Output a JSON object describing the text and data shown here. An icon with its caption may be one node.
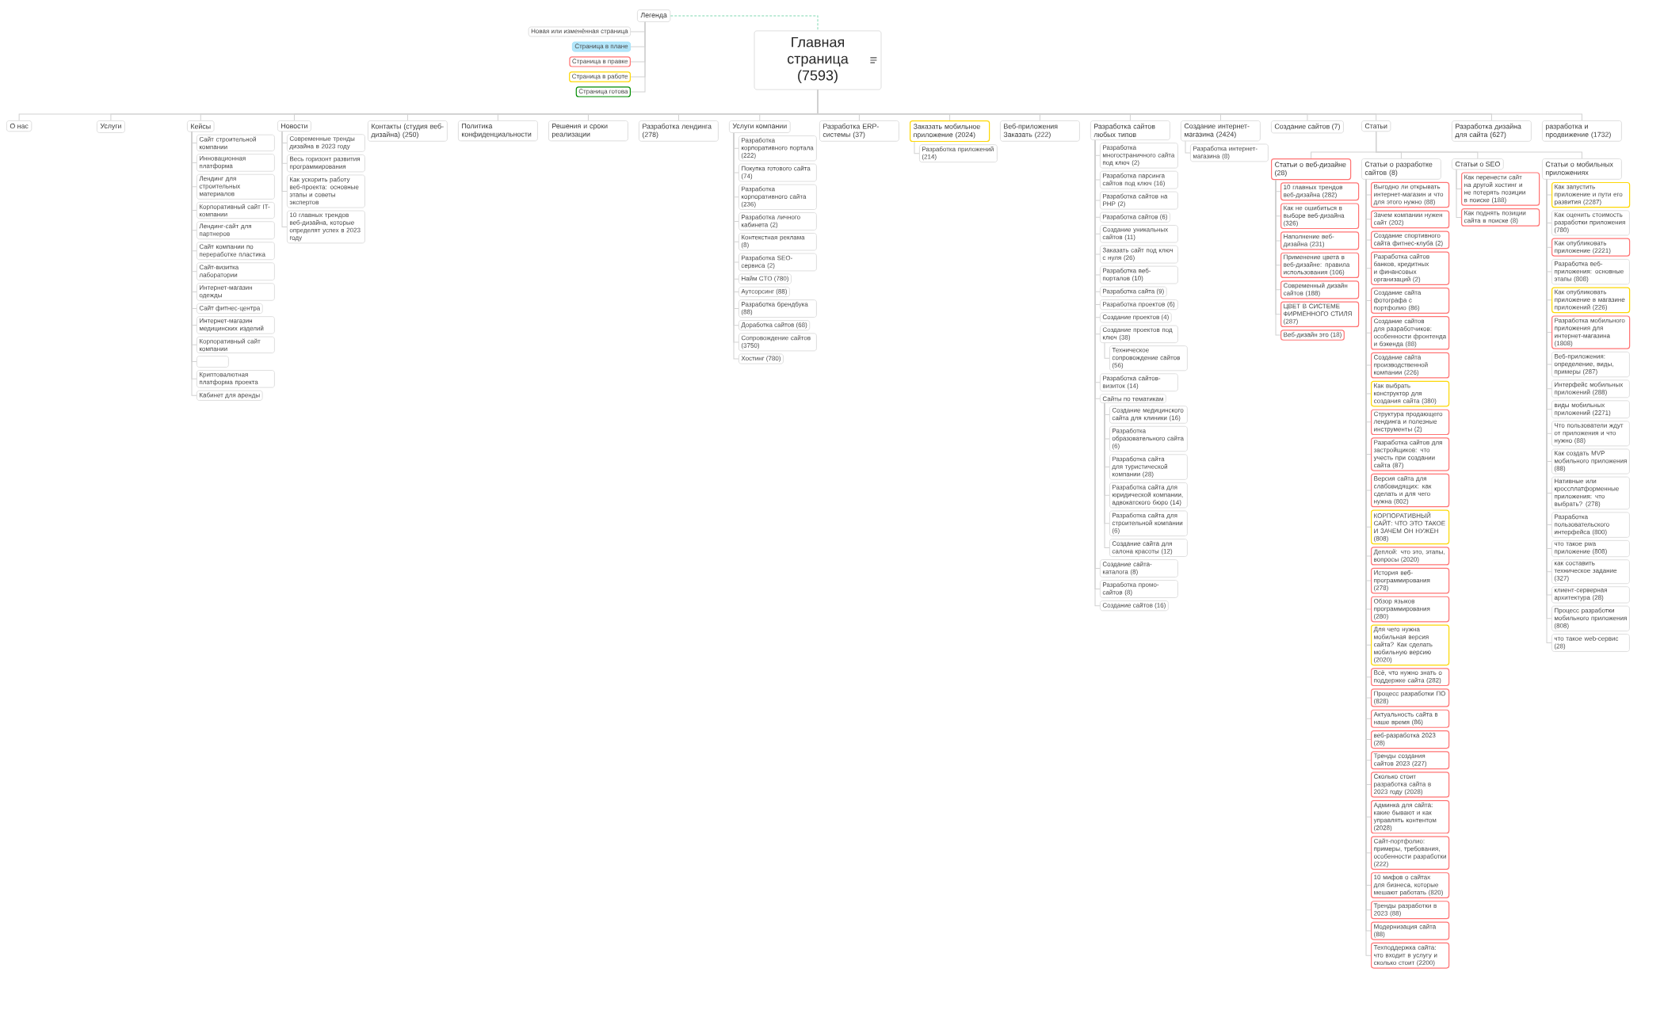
{
  "diagram": {
    "nodes": [
      {
        "text": [
          "Главная страница (7593)"
        ]
      },
      {
        "text": [
          "Легенда"
        ]
      },
      {
        "text": [
          "Новая или изменённая страница"
        ]
      },
      {
        "text": [
          "Страница в плане"
        ]
      },
      {
        "text": [
          "Страница в правке"
        ]
      },
      {
        "text": [
          "Страница в работе"
        ]
      },
      {
        "text": [
          "Страница готова"
        ]
      },
      {
        "text": [
          "О нас"
        ]
      },
      {
        "text": [
          "Услуги"
        ]
      },
      {
        "text": [
          "Кейсы"
        ]
      },
      {
        "text": [
          "Новости"
        ]
      },
      {
        "text": [
          "Контакты (студия веб-дизайна) (250)"
        ]
      },
      {
        "text": [
          "Политика конфиденциальности"
        ]
      },
      {
        "text": [
          "Решения и сроки реализации"
        ]
      },
      {
        "text": [
          "Разработка лендинга (278)"
        ]
      },
      {
        "text": [
          "Услуги компании"
        ]
      },
      {
        "text": [
          "Разработка ERP-системы (37)"
        ]
      },
      {
        "text": [
          "Заказать мобильное приложение (2024)"
        ]
      },
      {
        "text": [
          "Веб-приложения Заказать (222)"
        ]
      },
      {
        "text": [
          "Разработка сайтов любых типов"
        ]
      },
      {
        "text": [
          "Создание интернет-магазина (2424)"
        ]
      },
      {
        "text": [
          "Создание сайтов (7)"
        ]
      },
      {
        "text": [
          "Статьи"
        ]
      },
      {
        "text": [
          "Разработка дизайна для сайта (627)"
        ]
      },
      {
        "text": [
          "разработка и продвижение (1732)"
        ]
      },
      {
        "text": [
          "Сайт строительной компании"
        ]
      },
      {
        "text": [
          "Инновационная платформа"
        ]
      },
      {
        "text": [
          "Лендинг для строительных материалов"
        ]
      },
      {
        "text": [
          "Корпоративный сайт IT-компании"
        ]
      },
      {
        "text": [
          "Лендинг-сайт для партнеров"
        ]
      },
      {
        "text": [
          "Сайт компании по переработке пластика"
        ]
      },
      {
        "text": [
          "Сайт-визитка лаборатории"
        ]
      },
      {
        "text": [
          "Интернет-магазин одежды"
        ]
      },
      {
        "text": [
          "Сайт фитнес-центра"
        ]
      },
      {
        "text": [
          "Интернет-магазин медицинских изделий"
        ]
      },
      {
        "text": [
          "Корпоративный сайт компании"
        ]
      },
      {
        "text": [],
        "shape": "box"
      },
      {
        "text": [
          "Криптовалютная платформа проекта"
        ]
      },
      {
        "text": [
          "Кабинет для аренды"
        ]
      },
      {
        "text": [
          "Современные тренды дизайна в 2023 году"
        ]
      },
      {
        "text": [
          "Весь горизонт развития программирования"
        ]
      },
      {
        "text": [
          "Как ускорить работу веб-проекта: основные этапы и советы экспертов"
        ]
      },
      {
        "text": [
          "10 главных трендов веб-дизайна, которые определят успех в 2023 году"
        ]
      },
      {
        "text": [
          "Разработка корпоративного портала (222)"
        ]
      },
      {
        "text": [
          "Покупка готового сайта (74)"
        ]
      },
      {
        "text": [
          "Разработка корпоративного сайта (236)"
        ]
      },
      {
        "text": [
          "Разработка личного кабинета (2)"
        ]
      },
      {
        "text": [
          "Контекстная реклама (8)"
        ]
      },
      {
        "text": [
          "Разработка SEO-сервиса (2)"
        ]
      },
      {
        "text": [
          "Найм CTO (780)"
        ]
      },
      {
        "text": [
          "Аутсорсинг (88)"
        ]
      },
      {
        "text": [
          "Разработка брендбука (88)"
        ]
      },
      {
        "text": [
          "Доработка сайтов (68)"
        ]
      },
      {
        "text": [
          "Сопровождение сайтов (3750)"
        ]
      },
      {
        "text": [
          "Хостинг (780)"
        ]
      },
      {
        "text": [
          "Разработка приложений (214)"
        ]
      },
      {
        "text": [
          "Разработка многостраничного сайта под ключ (2)"
        ]
      },
      {
        "text": [
          "Разработка парсинга сайтов под ключ (16)"
        ]
      },
      {
        "text": [
          "Разработка сайтов на PHP (2)"
        ]
      },
      {
        "text": [
          "Разработка сайтов (6)"
        ]
      },
      {
        "text": [
          "Создание уникальных сайтов (11)"
        ]
      },
      {
        "text": [
          "Заказать сайт под ключ с нуля (26)"
        ]
      },
      {
        "text": [
          "Разработка веб-порталов (10)"
        ]
      },
      {
        "text": [
          "Разработка сайта (9)"
        ]
      },
      {
        "text": [
          "Разработка проектов (6)"
        ]
      },
      {
        "text": [
          "Создание проектов (4)"
        ]
      },
      {
        "text": [
          "Создание проектов под ключ (38)"
        ]
      },
      {
        "text": [
          "Техническое сопровождение сайтов (56)"
        ]
      },
      {
        "text": [
          "Разработка сайтов-визиток (14)"
        ]
      },
      {
        "text": [
          "Сайты по тематикам"
        ]
      },
      {
        "text": [
          "Создание медицинского сайта для клиники (16)"
        ]
      },
      {
        "text": [
          "Разработка образовательного сайта (6)"
        ]
      },
      {
        "text": [
          "Разработка сайта для туристической компании (28)"
        ]
      },
      {
        "text": [
          "Разработка сайта для юридической компании, адвокатского бюро (14)"
        ]
      },
      {
        "text": [
          "Разработка сайта для строительной компании (6)"
        ]
      },
      {
        "text": [
          "Создание сайта для салона красоты (12)"
        ]
      },
      {
        "text": [
          "Создание сайта-каталога (8)"
        ]
      },
      {
        "text": [
          "Разработка промо-сайтов (8)"
        ]
      },
      {
        "text": [
          "Создание сайтов (16)"
        ]
      },
      {
        "text": [
          "Разработка интернет-магазина (8)"
        ]
      },
      {
        "text": [
          "Статьи о веб-дизайне (28)"
        ]
      },
      {
        "text": [
          "Статьи о разработке сайтов (8)"
        ]
      },
      {
        "text": [
          "Статьи о SEO"
        ]
      },
      {
        "text": [
          "Статьи о мобильных приложениях"
        ]
      },
      {
        "text": [
          "10 главных трендов веб-дизайна (282)"
        ]
      },
      {
        "text": [
          "Как не ошибиться в выборе веб-дизайна (326)"
        ]
      },
      {
        "text": [
          "Наполнение веб-дизайна (231)"
        ]
      },
      {
        "text": [
          "Применение цвета в веб-дизайне: правила использования (106)"
        ]
      },
      {
        "text": [
          "Современный дизайн сайтов (188)"
        ]
      },
      {
        "text": [
          "ЦВЕТ В СИСТЕМЕ ФИРМЕННОГО СТИЛЯ (287)"
        ]
      },
      {
        "text": [
          "Веб-дизайн это (18)"
        ]
      },
      {
        "text": [
          "Выгодно ли открывать интернет-магазин и что для этого нужно (88)"
        ]
      },
      {
        "text": [
          "Зачем компании нужен сайт (202)"
        ]
      },
      {
        "text": [
          "Создание спортивного сайта фитнес-клуба (2)"
        ]
      },
      {
        "text": [
          "Разработка сайтов банков, кредитных и финансовых организаций (2)"
        ]
      },
      {
        "text": [
          "Создание сайта фотографа с портфолио (86)"
        ]
      },
      {
        "text": [
          "Создание сайтов для разработчиков: особенности фронтенда и бэкенда (88)"
        ]
      },
      {
        "text": [
          "Создание сайта производственной компании (226)"
        ]
      },
      {
        "text": [
          "Как выбрать конструктор для создания сайта (380)"
        ]
      },
      {
        "text": [
          "Структура продающего лендинга и полезные инструменты (2)"
        ]
      },
      {
        "text": [
          "Разработка сайтов для застройщиков: что учесть при создании сайта (87)"
        ]
      },
      {
        "text": [
          "Версия сайта для слабовидящих: как сделать и для чего нужна (802)"
        ]
      },
      {
        "text": [
          "КОРПОРАТИВНЫЙ САЙТ: ЧТО ЭТО ТАКОЕ И ЗАЧЕМ ОН НУЖЕН (808)"
        ]
      },
      {
        "text": [
          "Деплой: что это, этапы, вопросы (2020)"
        ]
      },
      {
        "text": [
          "История веб-программирования (278)"
        ]
      },
      {
        "text": [
          "Обзор языков программирования (280)"
        ]
      },
      {
        "text": [
          "Для чего нужна мобильная версия сайта? Как сделать мобильную версию (2020)"
        ]
      },
      {
        "text": [
          "Всё, что нужно знать о поддержке сайта (282)"
        ]
      },
      {
        "text": [
          "Процесс разработки ПО (828)"
        ]
      },
      {
        "text": [
          "Актуальность сайта в наше время (86)"
        ]
      },
      {
        "text": [
          "веб-разработка 2023 (28)"
        ]
      },
      {
        "text": [
          "Тренды создания сайтов 2023 (227)"
        ]
      },
      {
        "text": [
          "Сколько стоит разработка сайта в 2023 году (2028)"
        ]
      },
      {
        "text": [
          "Админка для сайта: какие бывают и как управлять контентом (2028)"
        ]
      },
      {
        "text": [
          "Сайт-портфолио: примеры, требования, особенности разработки (222)"
        ]
      },
      {
        "text": [
          "10 мифов о сайтах для бизнеса, которые мешают работать (820)"
        ]
      },
      {
        "text": [
          "Тренды разработки в 2023 (88)"
        ]
      },
      {
        "text": [
          "Модернизация сайта (88)"
        ]
      },
      {
        "text": [
          "Техподдержка сайта: что входит в услугу и сколько стоит (2200)"
        ]
      },
      {
        "text": [
          "Как перенести сайт на другой хостинг и не потерять позиции в поиске (188)"
        ]
      },
      {
        "text": [
          "Как поднять позиции сайта в поиске (8)"
        ]
      },
      {
        "text": [
          "Как запустить приложение и пути его развития (2287)"
        ]
      },
      {
        "text": [
          "Как оценить стоимость разработки приложения (780)"
        ]
      },
      {
        "text": [
          "Как опубликовать приложение (2221)"
        ]
      },
      {
        "text": [
          "Разработка веб-приложения: основные этапы (808)"
        ]
      },
      {
        "text": [
          "Как опубликовать приложение в магазине приложений (226)"
        ]
      },
      {
        "text": [
          "Разработка мобильного приложения для интернет-магазина (1808)"
        ]
      },
      {
        "text": [
          "Веб-приложения: определение, виды, примеры (287)"
        ]
      },
      {
        "text": [
          "Интерфейс мобильных приложений (288)"
        ]
      },
      {
        "text": [
          "виды мобильных приложений (2271)"
        ]
      },
      {
        "text": [
          "Что пользователи ждут от приложения и что нужно (88)"
        ]
      },
      {
        "text": [
          "Как создать MVP мобильного приложения (88)"
        ]
      },
      {
        "text": [
          "Нативные или кроссплатформенные приложения: что выбрать? (278)"
        ]
      },
      {
        "text": [
          "Разработка пользовательского интерфейса (800)"
        ]
      },
      {
        "text": [
          "что такое pwa приложение (808)"
        ]
      },
      {
        "text": [
          "как составить техническое задание (327)"
        ]
      },
      {
        "text": [
          "клиент-серверная архитектура (28)"
        ]
      },
      {
        "text": [
          "Процесс разработки мобильного приложения (808)"
        ]
      },
      {
        "text": [
          "что такое web-сервис (28)"
        ]
      }
    ],
    "edges": [
      {
        "from": 1,
        "to": 0,
        "arrow": "none",
        "style": "dashed",
        "color": "#7fd8b0"
      },
      {
        "from": 1,
        "to": 2,
        "arrow": "none"
      },
      {
        "from": 1,
        "to": 3,
        "arrow": "none"
      },
      {
        "from": 1,
        "to": 4,
        "arrow": "none"
      },
      {
        "from": 1,
        "to": 5,
        "arrow": "none"
      },
      {
        "from": 1,
        "to": 6,
        "arrow": "none"
      },
      {
        "from": 0,
        "to": 7,
        "arrow": "none"
      },
      {
        "from": 0,
        "to": 8,
        "arrow": "none"
      },
      {
        "from": 0,
        "to": 9,
        "arrow": "none"
      },
      {
        "from": 0,
        "to": 10,
        "arrow": "none"
      },
      {
        "from": 0,
        "to": 11,
        "arrow": "none"
      },
      {
        "from": 0,
        "to": 12,
        "arrow": "none"
      },
      {
        "from": 0,
        "to": 13,
        "arrow": "none"
      },
      {
        "from": 0,
        "to": 14,
        "arrow": "none"
      },
      {
        "from": 0,
        "to": 15,
        "arrow": "none"
      },
      {
        "from": 0,
        "to": 16,
        "arrow": "none"
      },
      {
        "from": 0,
        "to": 17,
        "arrow": "none"
      },
      {
        "from": 0,
        "to": 18,
        "arrow": "none"
      },
      {
        "from": 0,
        "to": 19,
        "arrow": "none"
      },
      {
        "from": 0,
        "to": 20,
        "arrow": "none"
      },
      {
        "from": 0,
        "to": 21,
        "arrow": "none"
      },
      {
        "from": 0,
        "to": 22,
        "arrow": "none"
      },
      {
        "from": 0,
        "to": 23,
        "arrow": "none"
      },
      {
        "from": 0,
        "to": 24,
        "arrow": "none"
      },
      {
        "from": 9,
        "to": 25,
        "arrow": "none"
      },
      {
        "from": 9,
        "to": 26,
        "arrow": "none"
      },
      {
        "from": 9,
        "to": 27,
        "arrow": "none"
      },
      {
        "from": 9,
        "to": 28,
        "arrow": "none"
      },
      {
        "from": 9,
        "to": 29,
        "arrow": "none"
      },
      {
        "from": 9,
        "to": 30,
        "arrow": "none"
      },
      {
        "from": 9,
        "to": 31,
        "arrow": "none"
      },
      {
        "from": 9,
        "to": 32,
        "arrow": "none"
      },
      {
        "from": 9,
        "to": 33,
        "arrow": "none"
      },
      {
        "from": 9,
        "to": 34,
        "arrow": "none"
      },
      {
        "from": 9,
        "to": 35,
        "arrow": "none"
      },
      {
        "from": 9,
        "to": 36,
        "arrow": "none"
      },
      {
        "from": 9,
        "to": 37,
        "arrow": "none"
      },
      {
        "from": 9,
        "to": 38,
        "arrow": "none"
      },
      {
        "from": 10,
        "to": 39,
        "arrow": "none"
      },
      {
        "from": 10,
        "to": 40,
        "arrow": "none"
      },
      {
        "from": 10,
        "to": 41,
        "arrow": "none"
      },
      {
        "from": 10,
        "to": 42,
        "arrow": "none"
      },
      {
        "from": 15,
        "to": 43,
        "arrow": "none"
      },
      {
        "from": 15,
        "to": 44,
        "arrow": "none"
      },
      {
        "from": 15,
        "to": 45,
        "arrow": "none"
      },
      {
        "from": 15,
        "to": 46,
        "arrow": "none"
      },
      {
        "from": 15,
        "to": 47,
        "arrow": "none"
      },
      {
        "from": 15,
        "to": 48,
        "arrow": "none"
      },
      {
        "from": 15,
        "to": 49,
        "arrow": "none"
      },
      {
        "from": 15,
        "to": 50,
        "arrow": "none"
      },
      {
        "from": 15,
        "to": 51,
        "arrow": "none"
      },
      {
        "from": 15,
        "to": 52,
        "arrow": "none"
      },
      {
        "from": 15,
        "to": 53,
        "arrow": "none"
      },
      {
        "from": 15,
        "to": 54,
        "arrow": "none"
      },
      {
        "from": 17,
        "to": 55,
        "arrow": "none"
      },
      {
        "from": 19,
        "to": 56,
        "arrow": "none"
      },
      {
        "from": 19,
        "to": 57,
        "arrow": "none"
      },
      {
        "from": 19,
        "to": 58,
        "arrow": "none"
      },
      {
        "from": 19,
        "to": 59,
        "arrow": "none"
      },
      {
        "from": 19,
        "to": 60,
        "arrow": "none"
      },
      {
        "from": 19,
        "to": 61,
        "arrow": "none"
      },
      {
        "from": 19,
        "to": 62,
        "arrow": "none"
      },
      {
        "from": 19,
        "to": 63,
        "arrow": "none"
      },
      {
        "from": 19,
        "to": 64,
        "arrow": "none"
      },
      {
        "from": 19,
        "to": 65,
        "arrow": "none"
      },
      {
        "from": 19,
        "to": 66,
        "arrow": "none"
      },
      {
        "from": 66,
        "to": 67,
        "arrow": "none"
      },
      {
        "from": 19,
        "to": 68,
        "arrow": "none"
      },
      {
        "from": 19,
        "to": 69,
        "arrow": "none"
      },
      {
        "from": 69,
        "to": 70,
        "arrow": "none"
      },
      {
        "from": 69,
        "to": 71,
        "arrow": "none"
      },
      {
        "from": 69,
        "to": 72,
        "arrow": "none"
      },
      {
        "from": 69,
        "to": 73,
        "arrow": "none"
      },
      {
        "from": 69,
        "to": 74,
        "arrow": "none"
      },
      {
        "from": 69,
        "to": 75,
        "arrow": "none"
      },
      {
        "from": 19,
        "to": 76,
        "arrow": "none"
      },
      {
        "from": 19,
        "to": 77,
        "arrow": "none"
      },
      {
        "from": 19,
        "to": 78,
        "arrow": "none"
      },
      {
        "from": 20,
        "to": 79,
        "arrow": "none"
      },
      {
        "from": 22,
        "to": 80,
        "arrow": "none"
      },
      {
        "from": 22,
        "to": 81,
        "arrow": "none"
      },
      {
        "from": 22,
        "to": 82,
        "arrow": "none"
      },
      {
        "from": 22,
        "to": 83,
        "arrow": "none"
      },
      {
        "from": 80,
        "to": 84,
        "arrow": "none"
      },
      {
        "from": 80,
        "to": 85,
        "arrow": "none"
      },
      {
        "from": 80,
        "to": 86,
        "arrow": "none"
      },
      {
        "from": 80,
        "to": 87,
        "arrow": "none"
      },
      {
        "from": 80,
        "to": 88,
        "arrow": "none"
      },
      {
        "from": 80,
        "to": 89,
        "arrow": "none"
      },
      {
        "from": 80,
        "to": 90,
        "arrow": "none"
      },
      {
        "from": 81,
        "to": 91,
        "arrow": "none"
      },
      {
        "from": 81,
        "to": 92,
        "arrow": "none"
      },
      {
        "from": 81,
        "to": 93,
        "arrow": "none"
      },
      {
        "from": 81,
        "to": 94,
        "arrow": "none"
      },
      {
        "from": 81,
        "to": 95,
        "arrow": "none"
      },
      {
        "from": 81,
        "to": 96,
        "arrow": "none"
      },
      {
        "from": 81,
        "to": 97,
        "arrow": "none"
      },
      {
        "from": 81,
        "to": 98,
        "arrow": "none"
      },
      {
        "from": 81,
        "to": 99,
        "arrow": "none"
      },
      {
        "from": 81,
        "to": 100,
        "arrow": "none"
      },
      {
        "from": 81,
        "to": 101,
        "arrow": "none"
      },
      {
        "from": 81,
        "to": 102,
        "arrow": "none"
      },
      {
        "from": 81,
        "to": 103,
        "arrow": "none"
      },
      {
        "from": 81,
        "to": 104,
        "arrow": "none"
      },
      {
        "from": 81,
        "to": 105,
        "arrow": "none"
      },
      {
        "from": 81,
        "to": 106,
        "arrow": "none"
      },
      {
        "from": 81,
        "to": 107,
        "arrow": "none"
      },
      {
        "from": 81,
        "to": 108,
        "arrow": "none"
      },
      {
        "from": 81,
        "to": 109,
        "arrow": "none"
      },
      {
        "from": 81,
        "to": 110,
        "arrow": "none"
      },
      {
        "from": 81,
        "to": 111,
        "arrow": "none"
      },
      {
        "from": 81,
        "to": 112,
        "arrow": "none"
      },
      {
        "from": 81,
        "to": 113,
        "arrow": "none"
      },
      {
        "from": 81,
        "to": 114,
        "arrow": "none"
      },
      {
        "from": 81,
        "to": 115,
        "arrow": "none"
      },
      {
        "from": 81,
        "to": 116,
        "arrow": "none"
      },
      {
        "from": 81,
        "to": 117,
        "arrow": "none"
      },
      {
        "from": 81,
        "to": 118,
        "arrow": "none"
      },
      {
        "from": 82,
        "to": 119,
        "arrow": "none"
      },
      {
        "from": 82,
        "to": 120,
        "arrow": "none"
      },
      {
        "from": 83,
        "to": 121,
        "arrow": "none"
      },
      {
        "from": 83,
        "to": 122,
        "arrow": "none"
      },
      {
        "from": 83,
        "to": 123,
        "arrow": "none"
      },
      {
        "from": 83,
        "to": 124,
        "arrow": "none"
      },
      {
        "from": 83,
        "to": 125,
        "arrow": "none"
      },
      {
        "from": 83,
        "to": 126,
        "arrow": "none"
      },
      {
        "from": 83,
        "to": 127,
        "arrow": "none"
      },
      {
        "from": 83,
        "to": 128,
        "arrow": "none"
      },
      {
        "from": 83,
        "to": 129,
        "arrow": "none"
      },
      {
        "from": 83,
        "to": 130,
        "arrow": "none"
      },
      {
        "from": 83,
        "to": 131,
        "arrow": "none"
      },
      {
        "from": 83,
        "to": 132,
        "arrow": "none"
      },
      {
        "from": 83,
        "to": 133,
        "arrow": "none"
      },
      {
        "from": 83,
        "to": 134,
        "arrow": "none"
      },
      {
        "from": 83,
        "to": 135,
        "arrow": "none"
      },
      {
        "from": 83,
        "to": 136,
        "arrow": "none"
      },
      {
        "from": 83,
        "to": 137,
        "arrow": "none"
      },
      {
        "from": 83,
        "to": 138,
        "arrow": "none"
      }
    ]
  }
}
